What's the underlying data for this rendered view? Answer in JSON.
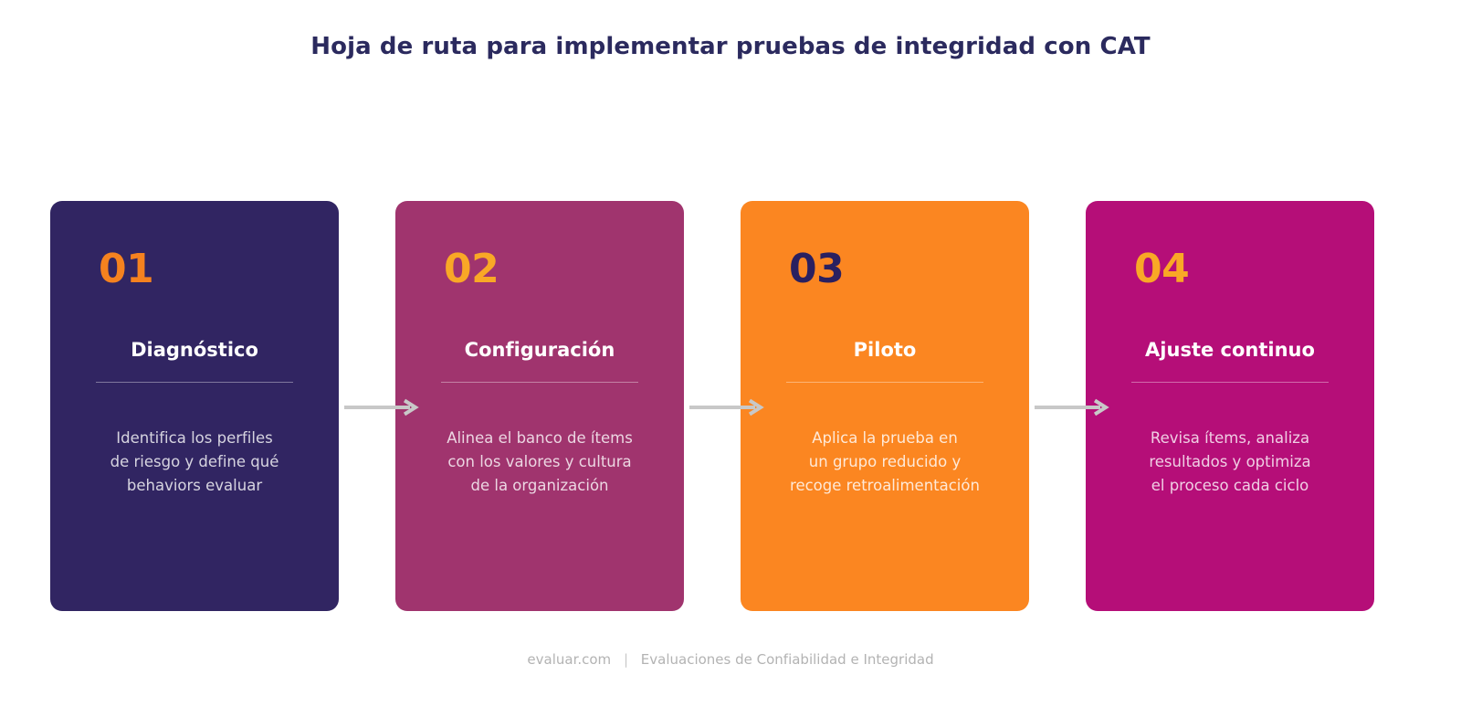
{
  "title": "Hoja de ruta para implementar pruebas de integridad con CAT",
  "title_color": "#2b2a5e",
  "background_color": "#ffffff",
  "steps": [
    {
      "number": "01",
      "title": "Diagnóstico",
      "description_lines": [
        "Identifica los perfiles",
        "de riesgo y define qué",
        "behaviors evaluar"
      ],
      "card_color": "#312562",
      "number_color": "#f5821f",
      "title_color": "#ffffff",
      "description_color": "rgba(255,255,255,0.80)"
    },
    {
      "number": "02",
      "title": "Configuración",
      "description_lines": [
        "Alinea el banco de ítems",
        "con los valores y cultura",
        "de la organización"
      ],
      "card_color": "#a0346e",
      "number_color": "#f9a826",
      "title_color": "#ffffff",
      "description_color": "rgba(255,255,255,0.80)"
    },
    {
      "number": "03",
      "title": "Piloto",
      "description_lines": [
        "Aplica la prueba en",
        "un grupo reducido y",
        "recoge retroalimentación"
      ],
      "card_color": "#fb8621",
      "number_color": "#2a2060",
      "title_color": "#ffffff",
      "description_color": "rgba(255,255,255,0.82)"
    },
    {
      "number": "04",
      "title": "Ajuste continuo",
      "description_lines": [
        "Revisa ítems, analiza",
        "resultados y optimiza",
        "el proceso cada ciclo"
      ],
      "card_color": "#b50e78",
      "number_color": "#f9a826",
      "title_color": "#ffffff",
      "description_color": "rgba(255,255,255,0.80)"
    }
  ],
  "connectors": {
    "count": 3,
    "color": "#c8c8c8",
    "icon": "arrow-right-icon"
  },
  "footer": {
    "site": "evaluar.com",
    "separator": "|",
    "tagline": "Evaluaciones de Confiabilidad e Integridad",
    "color": "#b3b3b3"
  }
}
